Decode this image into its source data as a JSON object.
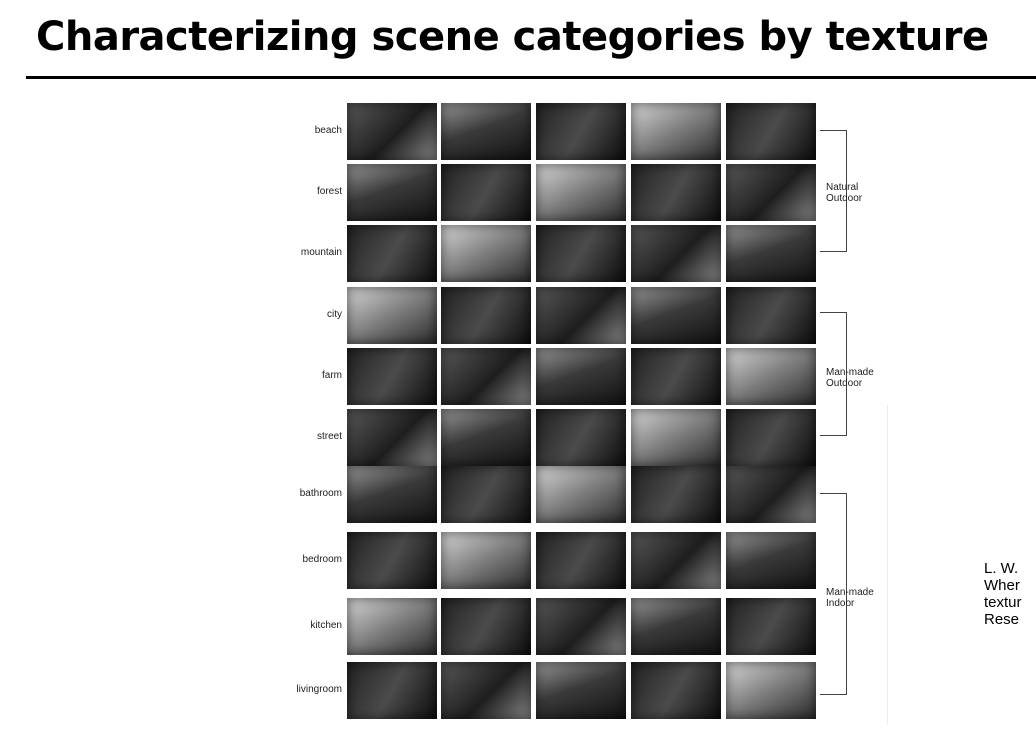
{
  "slide": {
    "title": "Characterizing scene categories by texture"
  },
  "rows": [
    {
      "label": "beach",
      "group": 0
    },
    {
      "label": "forest",
      "group": 0
    },
    {
      "label": "mountain",
      "group": 0
    },
    {
      "label": "city",
      "group": 1
    },
    {
      "label": "farm",
      "group": 1
    },
    {
      "label": "street",
      "group": 1
    },
    {
      "label": "bathroom",
      "group": 2
    },
    {
      "label": "bedroom",
      "group": 2
    },
    {
      "label": "kitchen",
      "group": 2
    },
    {
      "label": "livingroom",
      "group": 2
    }
  ],
  "groups": [
    {
      "line1": "Natural",
      "line2": "Outdoor"
    },
    {
      "line1": "Man-made",
      "line2": "Outdoor"
    },
    {
      "line1": "Man-made",
      "line2": "Indoor"
    }
  ],
  "citation": {
    "line1": "L. W.",
    "line2": "Wher",
    "line3": "textur",
    "line4": "Rese"
  }
}
